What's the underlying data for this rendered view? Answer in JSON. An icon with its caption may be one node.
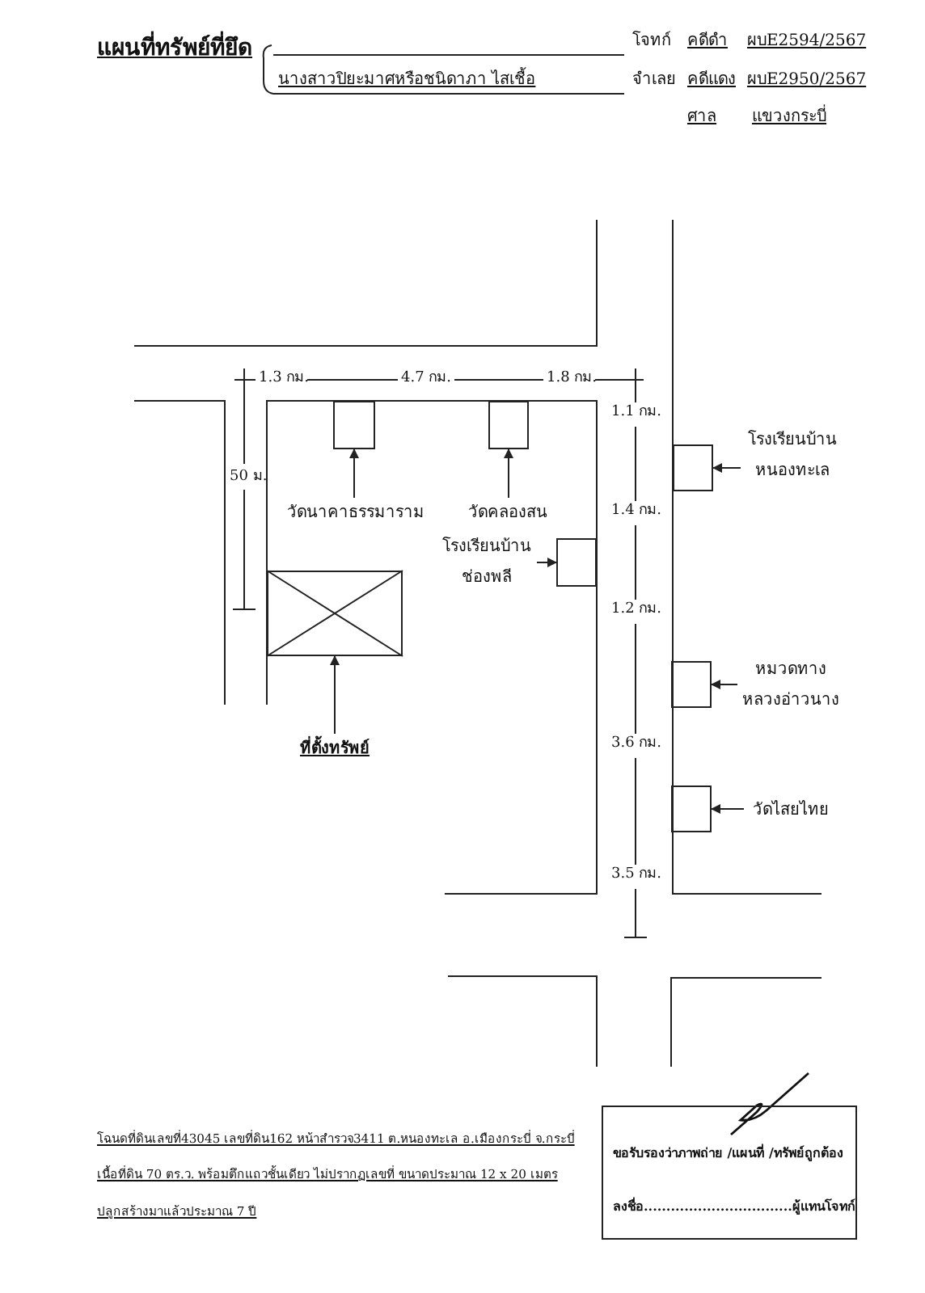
{
  "diagram": {
    "title": "แผนที่ทรัพย์ที่ยึด",
    "nodes": [
      {
        "text": [
          "วัดนาคาธรรมาราม"
        ]
      },
      {
        "text": [],
        "shape": "box"
      },
      {
        "text": [
          "วัดคลองสน"
        ]
      },
      {
        "text": [],
        "shape": "box"
      },
      {
        "text": [
          "โรงเรียนบ้าน ช่องพลี"
        ]
      },
      {
        "text": [],
        "shape": "box"
      },
      {
        "text": [
          "โรงเรียนบ้าน หนองทะเล"
        ]
      },
      {
        "text": [],
        "shape": "box"
      },
      {
        "text": [
          "หมวดทาง หลวงอ่าวนาง"
        ]
      },
      {
        "text": [],
        "shape": "box"
      },
      {
        "text": [
          "วัดไสยไทย"
        ]
      },
      {
        "text": [],
        "shape": "box"
      },
      {
        "text": [
          "ที่ตั้งทรัพย์"
        ]
      },
      {
        "text": [],
        "shape": "box"
      },
      {
        "text": [
          "ขอรับรองว่าภาพถ่าย /แผนที่ /ทรัพย์ถูกต้อง",
          "ลงชื่อ.................................ผู้แทนโจทก์"
        ]
      }
    ],
    "edges": [
      {
        "from": 0,
        "to": 1,
        "arrow": "to"
      },
      {
        "from": 2,
        "to": 3,
        "arrow": "to"
      },
      {
        "from": 4,
        "to": 5,
        "arrow": "to"
      },
      {
        "from": 6,
        "to": 7,
        "arrow": "to"
      },
      {
        "from": 8,
        "to": 9,
        "arrow": "to"
      },
      {
        "from": 10,
        "to": 11,
        "arrow": "to"
      },
      {
        "from": 12,
        "to": 13,
        "arrow": "to"
      }
    ],
    "labels": [
      "นางสาวปิยะมาศหรือชนิดาภา  ไสเชื้อ",
      "โจทก์",
      "คดีดำ",
      "ผบE2594/2567",
      "จำเลย",
      "คดีแดง",
      "ผบE2950/2567",
      "ศาล",
      "แขวงกระบี่",
      "1.3 กม.",
      "4.7 กม.",
      "1.8 กม.",
      "50 ม.",
      "1.1 กม.",
      "1.4 กม.",
      "1.2 กม.",
      "3.6 กม.",
      "3.5 กม.",
      "โฉนดที่ดินเลขที่43045 เลขที่ดิน162 หน้าสำรวจ3411 ต.หนองทะเล อ.เมืองกระบี่ จ.กระบี่",
      "เนื้อที่ดิน 70 ตร.ว. พร้อมตึกแถวชั้นเดียว ไม่ปรากฏเลขที่ ขนาดประมาณ 12 x 20 เมตร",
      "ปลูกสร้างมาแล้วประมาณ 7 ปี"
    ]
  }
}
